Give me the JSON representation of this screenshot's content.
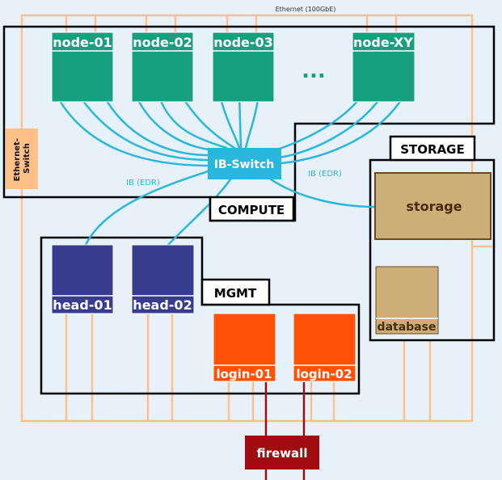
{
  "ethernet_label": "Ethernet (100GbE)",
  "ethernet_switch_label": [
    "Ethernet-",
    "Switch"
  ],
  "ib_switch_label": "IB-Switch",
  "ib_left_label": "IB (EDR)",
  "ib_right_label": "IB (EDR)",
  "ellipsis": "...",
  "groups": {
    "compute": "COMPUTE",
    "mgmt": "MGMT",
    "storage": "STORAGE"
  },
  "nodes": {
    "node_01": "node-01",
    "node_02": "node-02",
    "node_03": "node-03",
    "node_xy": "node-XY",
    "head_01": "head-01",
    "head_02": "head-02",
    "login_01": "login-01",
    "login_02": "login-02",
    "storage": "storage",
    "database": "database",
    "firewall": "firewall"
  },
  "colors": {
    "background": "#e7f1fa",
    "ethernet": "#ffc08a",
    "ethernet_switch": "#ffc08a",
    "infiniband": "#2ab7de",
    "compute_node": "#17a080",
    "head_node": "#383c8e",
    "login_node": "#ff5208",
    "storage_node": "#cdae76",
    "firewall": "#a00c10",
    "firewall_line": "#9a1014"
  }
}
